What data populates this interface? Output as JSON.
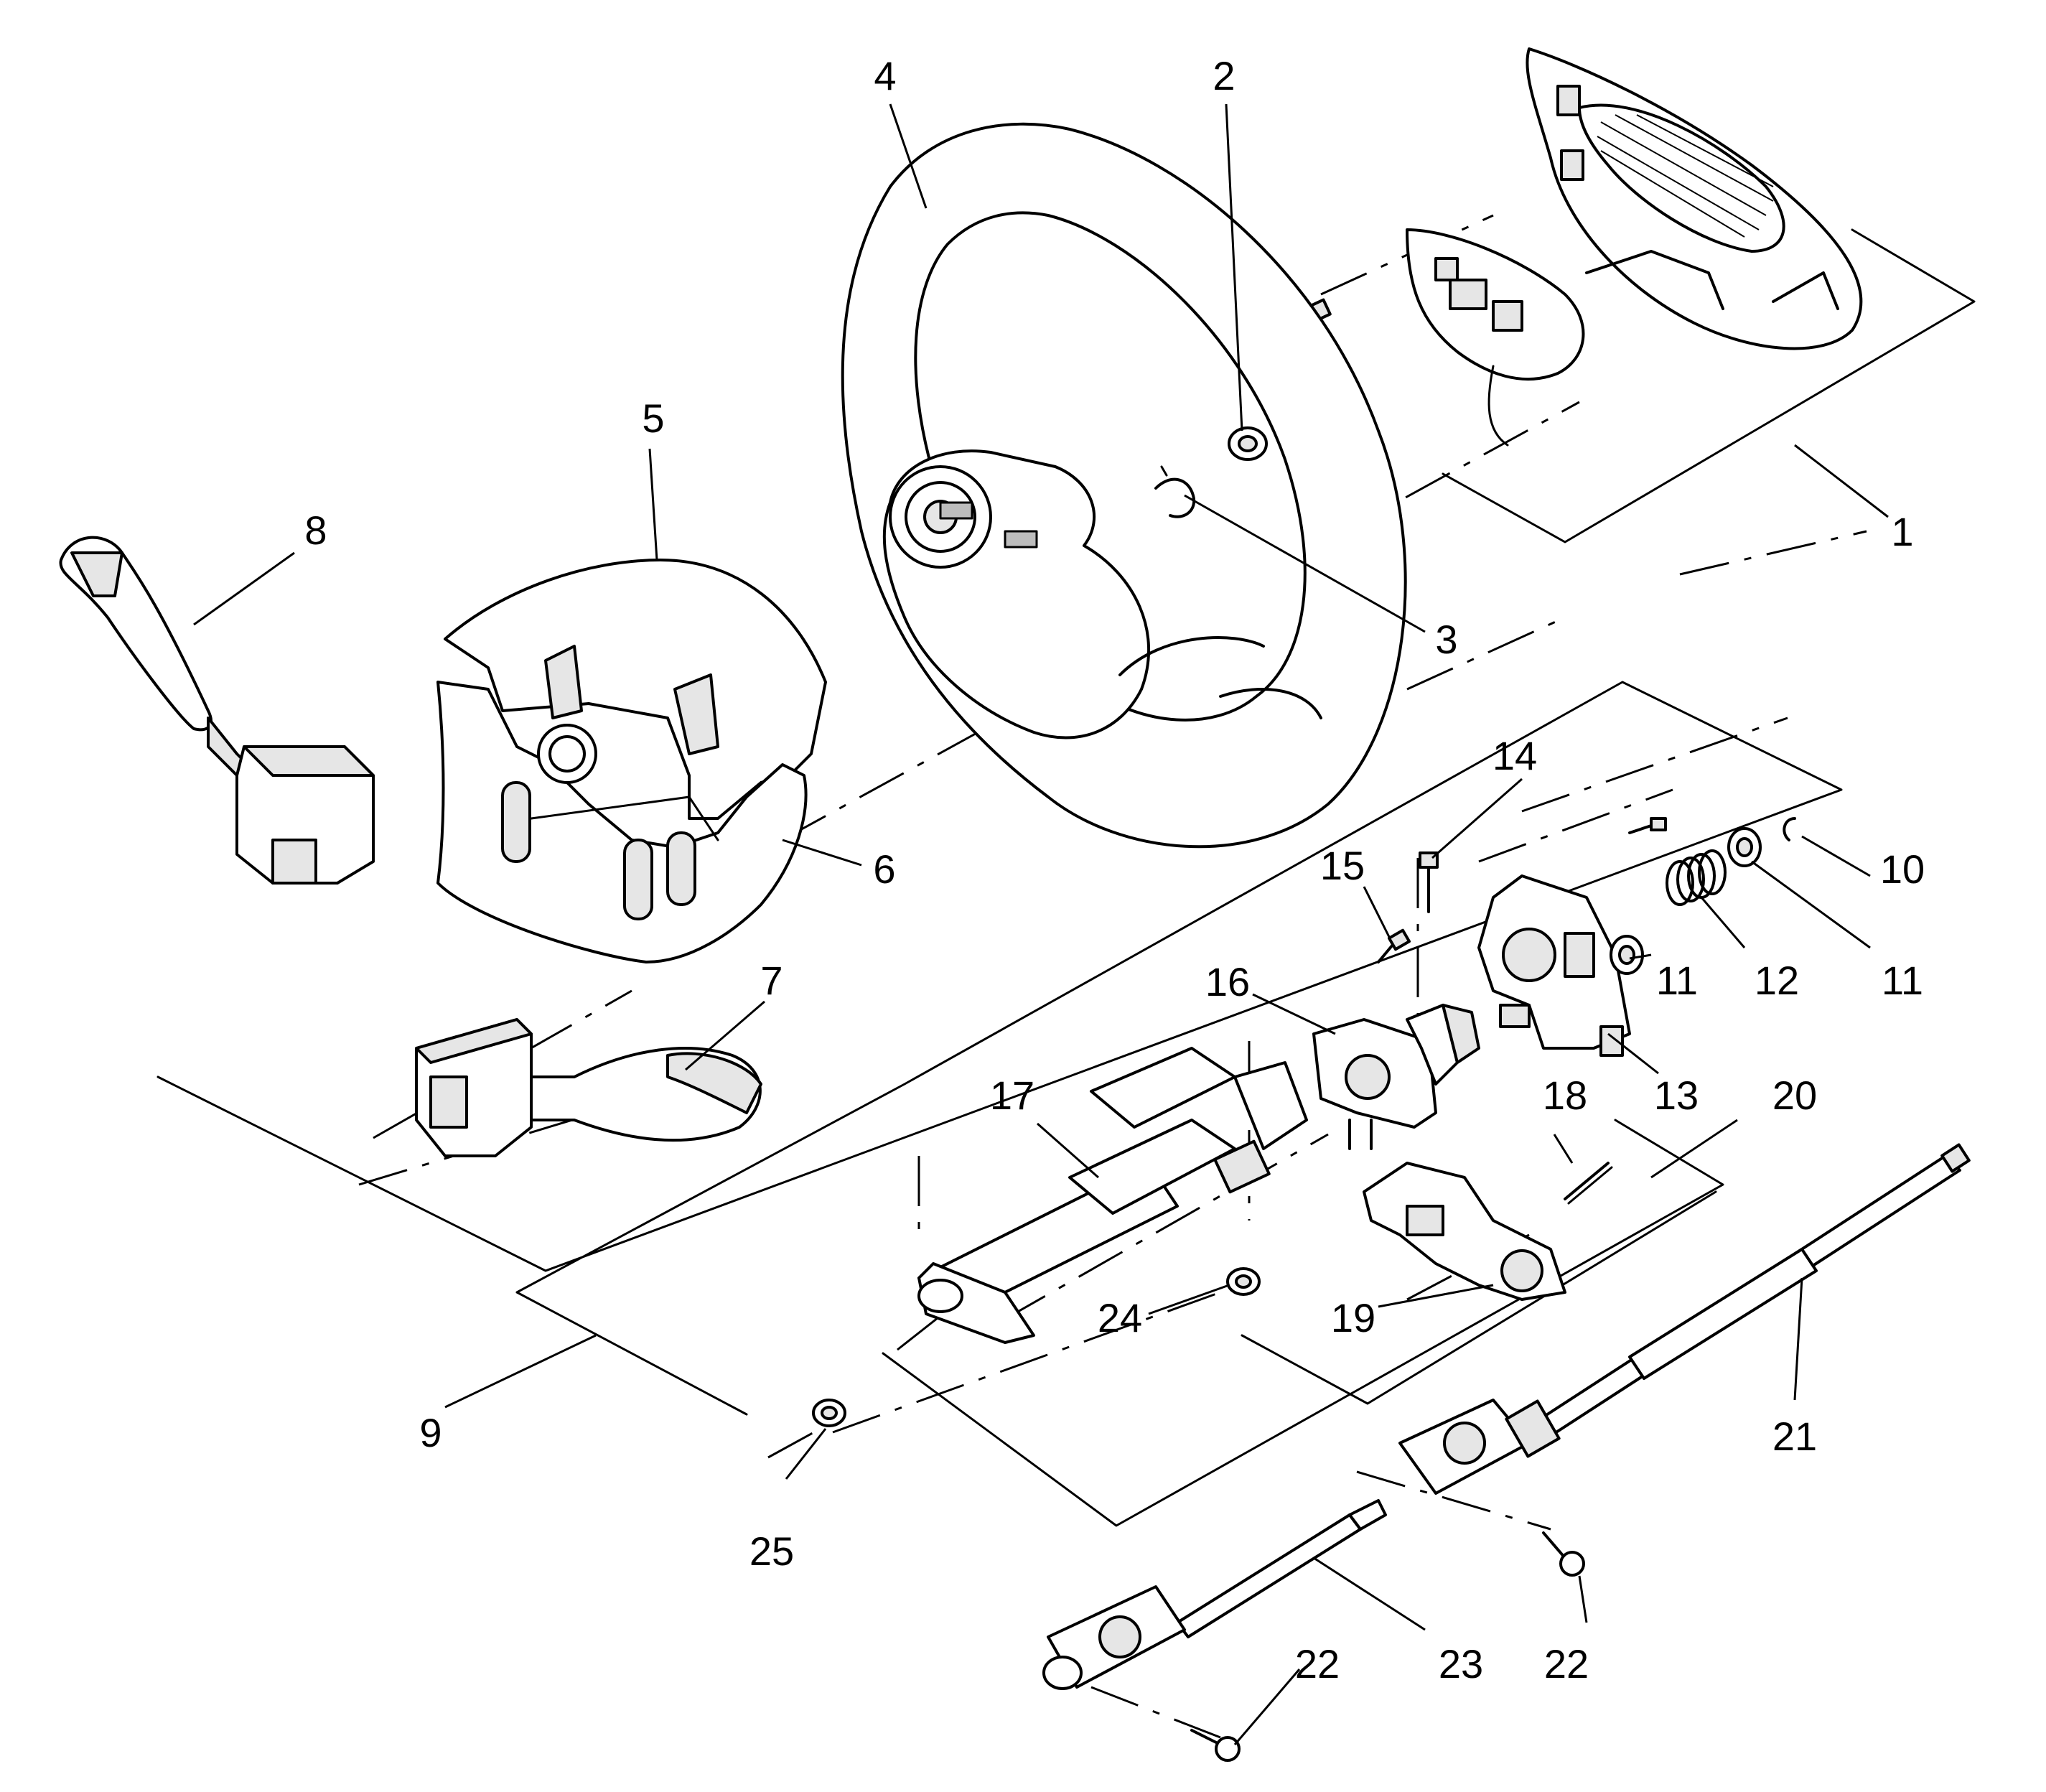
{
  "callouts": {
    "c1": "1",
    "c2": "2",
    "c3": "3",
    "c4": "4",
    "c5": "5",
    "c6": "6",
    "c7": "7",
    "c8": "8",
    "c9": "9",
    "c10": "10",
    "c11a": "11",
    "c11b": "11",
    "c12": "12",
    "c13": "13",
    "c14": "14",
    "c15": "15",
    "c16": "16",
    "c17": "17",
    "c18": "18",
    "c19": "19",
    "c20": "20",
    "c21": "21",
    "c22a": "22",
    "c22b": "22",
    "c23": "23",
    "c24": "24",
    "c25": "25"
  }
}
